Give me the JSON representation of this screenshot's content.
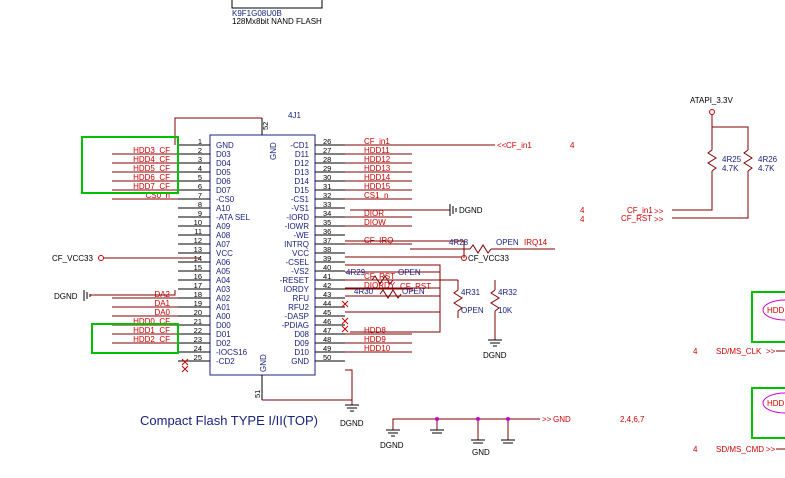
{
  "nand": {
    "part": "K9F1G08U0B",
    "desc": "128Mx8bit NAND FLASH"
  },
  "connector": {
    "ref": "4J1",
    "pin_top": "52",
    "pin_bottom": "51",
    "gnd_top": "GND",
    "gnd_bottom": "GND",
    "title": "Compact Flash TYPE I/II(TOP)"
  },
  "left_pins": [
    {
      "num": "1",
      "label": "GND",
      "net": ""
    },
    {
      "num": "2",
      "label": "D03",
      "net": "HDD3_CF"
    },
    {
      "num": "3",
      "label": "D04",
      "net": "HDD4_CF"
    },
    {
      "num": "4",
      "label": "D05",
      "net": "HDD5_CF"
    },
    {
      "num": "5",
      "label": "D06",
      "net": "HDD6_CF"
    },
    {
      "num": "6",
      "label": "D07",
      "net": "HDD7_CF"
    },
    {
      "num": "7",
      "label": "-CS0",
      "net": "CS0_n"
    },
    {
      "num": "8",
      "label": "A10",
      "net": ""
    },
    {
      "num": "9",
      "label": "-ATA SEL",
      "net": ""
    },
    {
      "num": "10",
      "label": "A09",
      "net": ""
    },
    {
      "num": "11",
      "label": "A08",
      "net": ""
    },
    {
      "num": "12",
      "label": "A07",
      "net": ""
    },
    {
      "num": "13",
      "label": "VCC",
      "net": ""
    },
    {
      "num": "14",
      "label": "A06",
      "net": ""
    },
    {
      "num": "15",
      "label": "A05",
      "net": ""
    },
    {
      "num": "16",
      "label": "A04",
      "net": ""
    },
    {
      "num": "17",
      "label": "A03",
      "net": ""
    },
    {
      "num": "18",
      "label": "A02",
      "net": "DA2"
    },
    {
      "num": "19",
      "label": "A01",
      "net": "DA1"
    },
    {
      "num": "20",
      "label": "A00",
      "net": "DA0"
    },
    {
      "num": "21",
      "label": "D00",
      "net": "HDD0_CF"
    },
    {
      "num": "22",
      "label": "D01",
      "net": "HDD1_CF"
    },
    {
      "num": "23",
      "label": "D02",
      "net": "HDD2_CF"
    },
    {
      "num": "24",
      "label": "-IOCS16",
      "net": ""
    },
    {
      "num": "25",
      "label": "-CD2",
      "net": ""
    }
  ],
  "right_pins": [
    {
      "num": "26",
      "label": "-CD1",
      "net": "CF_in1"
    },
    {
      "num": "27",
      "label": "D11",
      "net": "HDD11"
    },
    {
      "num": "28",
      "label": "D12",
      "net": "HDD12"
    },
    {
      "num": "29",
      "label": "D13",
      "net": "HDD13"
    },
    {
      "num": "30",
      "label": "D14",
      "net": "HDD14"
    },
    {
      "num": "31",
      "label": "D15",
      "net": "HDD15"
    },
    {
      "num": "32",
      "label": "-CS1",
      "net": "CS1_n"
    },
    {
      "num": "33",
      "label": "-VS1",
      "net": ""
    },
    {
      "num": "34",
      "label": "-IORD",
      "net": "DIOR"
    },
    {
      "num": "35",
      "label": "-IOWR",
      "net": "DIOW"
    },
    {
      "num": "36",
      "label": "-WE",
      "net": ""
    },
    {
      "num": "37",
      "label": "INTRQ",
      "net": "CF_IRQ"
    },
    {
      "num": "38",
      "label": "VCC",
      "net": ""
    },
    {
      "num": "39",
      "label": "-CSEL",
      "net": ""
    },
    {
      "num": "40",
      "label": "-VS2",
      "net": ""
    },
    {
      "num": "41",
      "label": "-RESET",
      "net": "CF_RST"
    },
    {
      "num": "42",
      "label": "IORDY",
      "net": "DIORDY"
    },
    {
      "num": "43",
      "label": "RFU",
      "net": ""
    },
    {
      "num": "44",
      "label": "RFU2",
      "net": ""
    },
    {
      "num": "45",
      "label": "-DASP",
      "net": ""
    },
    {
      "num": "46",
      "label": "-PDIAG",
      "net": ""
    },
    {
      "num": "47",
      "label": "D08",
      "net": "HDD8"
    },
    {
      "num": "48",
      "label": "D09",
      "net": "HDD9"
    },
    {
      "num": "49",
      "label": "D10",
      "net": "HDD10"
    },
    {
      "num": "50",
      "label": "GND",
      "net": ""
    }
  ],
  "ports": {
    "cf_in1": "CF_in1",
    "cf_in1_page": "4",
    "dgnd_right": "DGND",
    "page_4a": "4",
    "page_4b": "4",
    "cf_vcc33_left": "CF_VCC33",
    "cf_vcc33_right": "CF_VCC33",
    "dgnd_left": "DGND",
    "gnd_port": "GND",
    "gnd_pages": "2,4,6,7",
    "dgnd_bottom": "DGND",
    "gnd_bottom": "GND",
    "dgnd_conn": "DGND",
    "dgnd_res": "DGND",
    "atapi": "ATAPI_3.3V",
    "atapi_cf_in1": "CF_in1",
    "atapi_cf_rst": "CF_RST",
    "sd_clk": "SD/MS_CLK",
    "sd_cmd": "SD/MS_CMD",
    "sd_clk_page": "4",
    "sd_cmd_page": "4",
    "hdd_cut1": "HDD",
    "hdd_cut2": "HDD"
  },
  "resistors": {
    "r28": {
      "ref": "4R28",
      "val": "OPEN",
      "net": "IRQ14"
    },
    "r29": {
      "ref": "4R29",
      "val": "OPEN"
    },
    "r30": {
      "ref": "4R30",
      "val": "OPEN"
    },
    "r30_net": "CF_RST",
    "r31": {
      "ref": "4R31",
      "val": "OPEN"
    },
    "r32": {
      "ref": "4R32",
      "val": "10K"
    },
    "r25": {
      "ref": "4R25",
      "val": "4.7K"
    },
    "r26": {
      "ref": "4R26",
      "val": "4.7K"
    },
    "r29_net": "CF_RST"
  }
}
